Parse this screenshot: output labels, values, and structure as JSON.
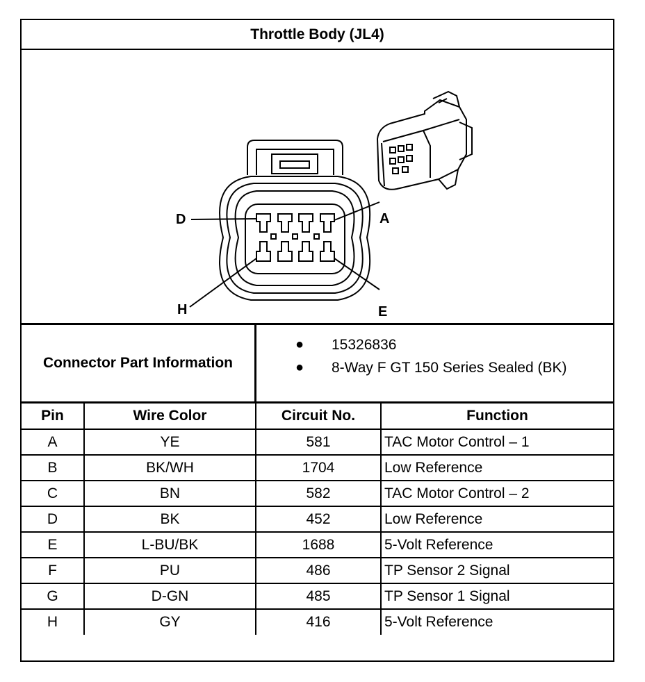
{
  "title": "Throttle Body (JL4)",
  "diagram": {
    "labels": {
      "d": "D",
      "a": "A",
      "h": "H",
      "e": "E"
    }
  },
  "connector_info": {
    "label": "Connector Part Information",
    "items": [
      "15326836",
      "8-Way F GT 150 Series Sealed (BK)"
    ]
  },
  "table": {
    "headers": [
      "Pin",
      "Wire Color",
      "Circuit No.",
      "Function"
    ],
    "rows": [
      [
        "A",
        "YE",
        "581",
        "TAC Motor Control – 1"
      ],
      [
        "B",
        "BK/WH",
        "1704",
        "Low Reference"
      ],
      [
        "C",
        "BN",
        "582",
        "TAC Motor Control – 2"
      ],
      [
        "D",
        "BK",
        "452",
        "Low Reference"
      ],
      [
        "E",
        "L-BU/BK",
        "1688",
        "5-Volt Reference"
      ],
      [
        "F",
        "PU",
        "486",
        "TP Sensor 2 Signal"
      ],
      [
        "G",
        "D-GN",
        "485",
        "TP Sensor 1 Signal"
      ],
      [
        "H",
        "GY",
        "416",
        "5-Volt Reference"
      ]
    ]
  }
}
